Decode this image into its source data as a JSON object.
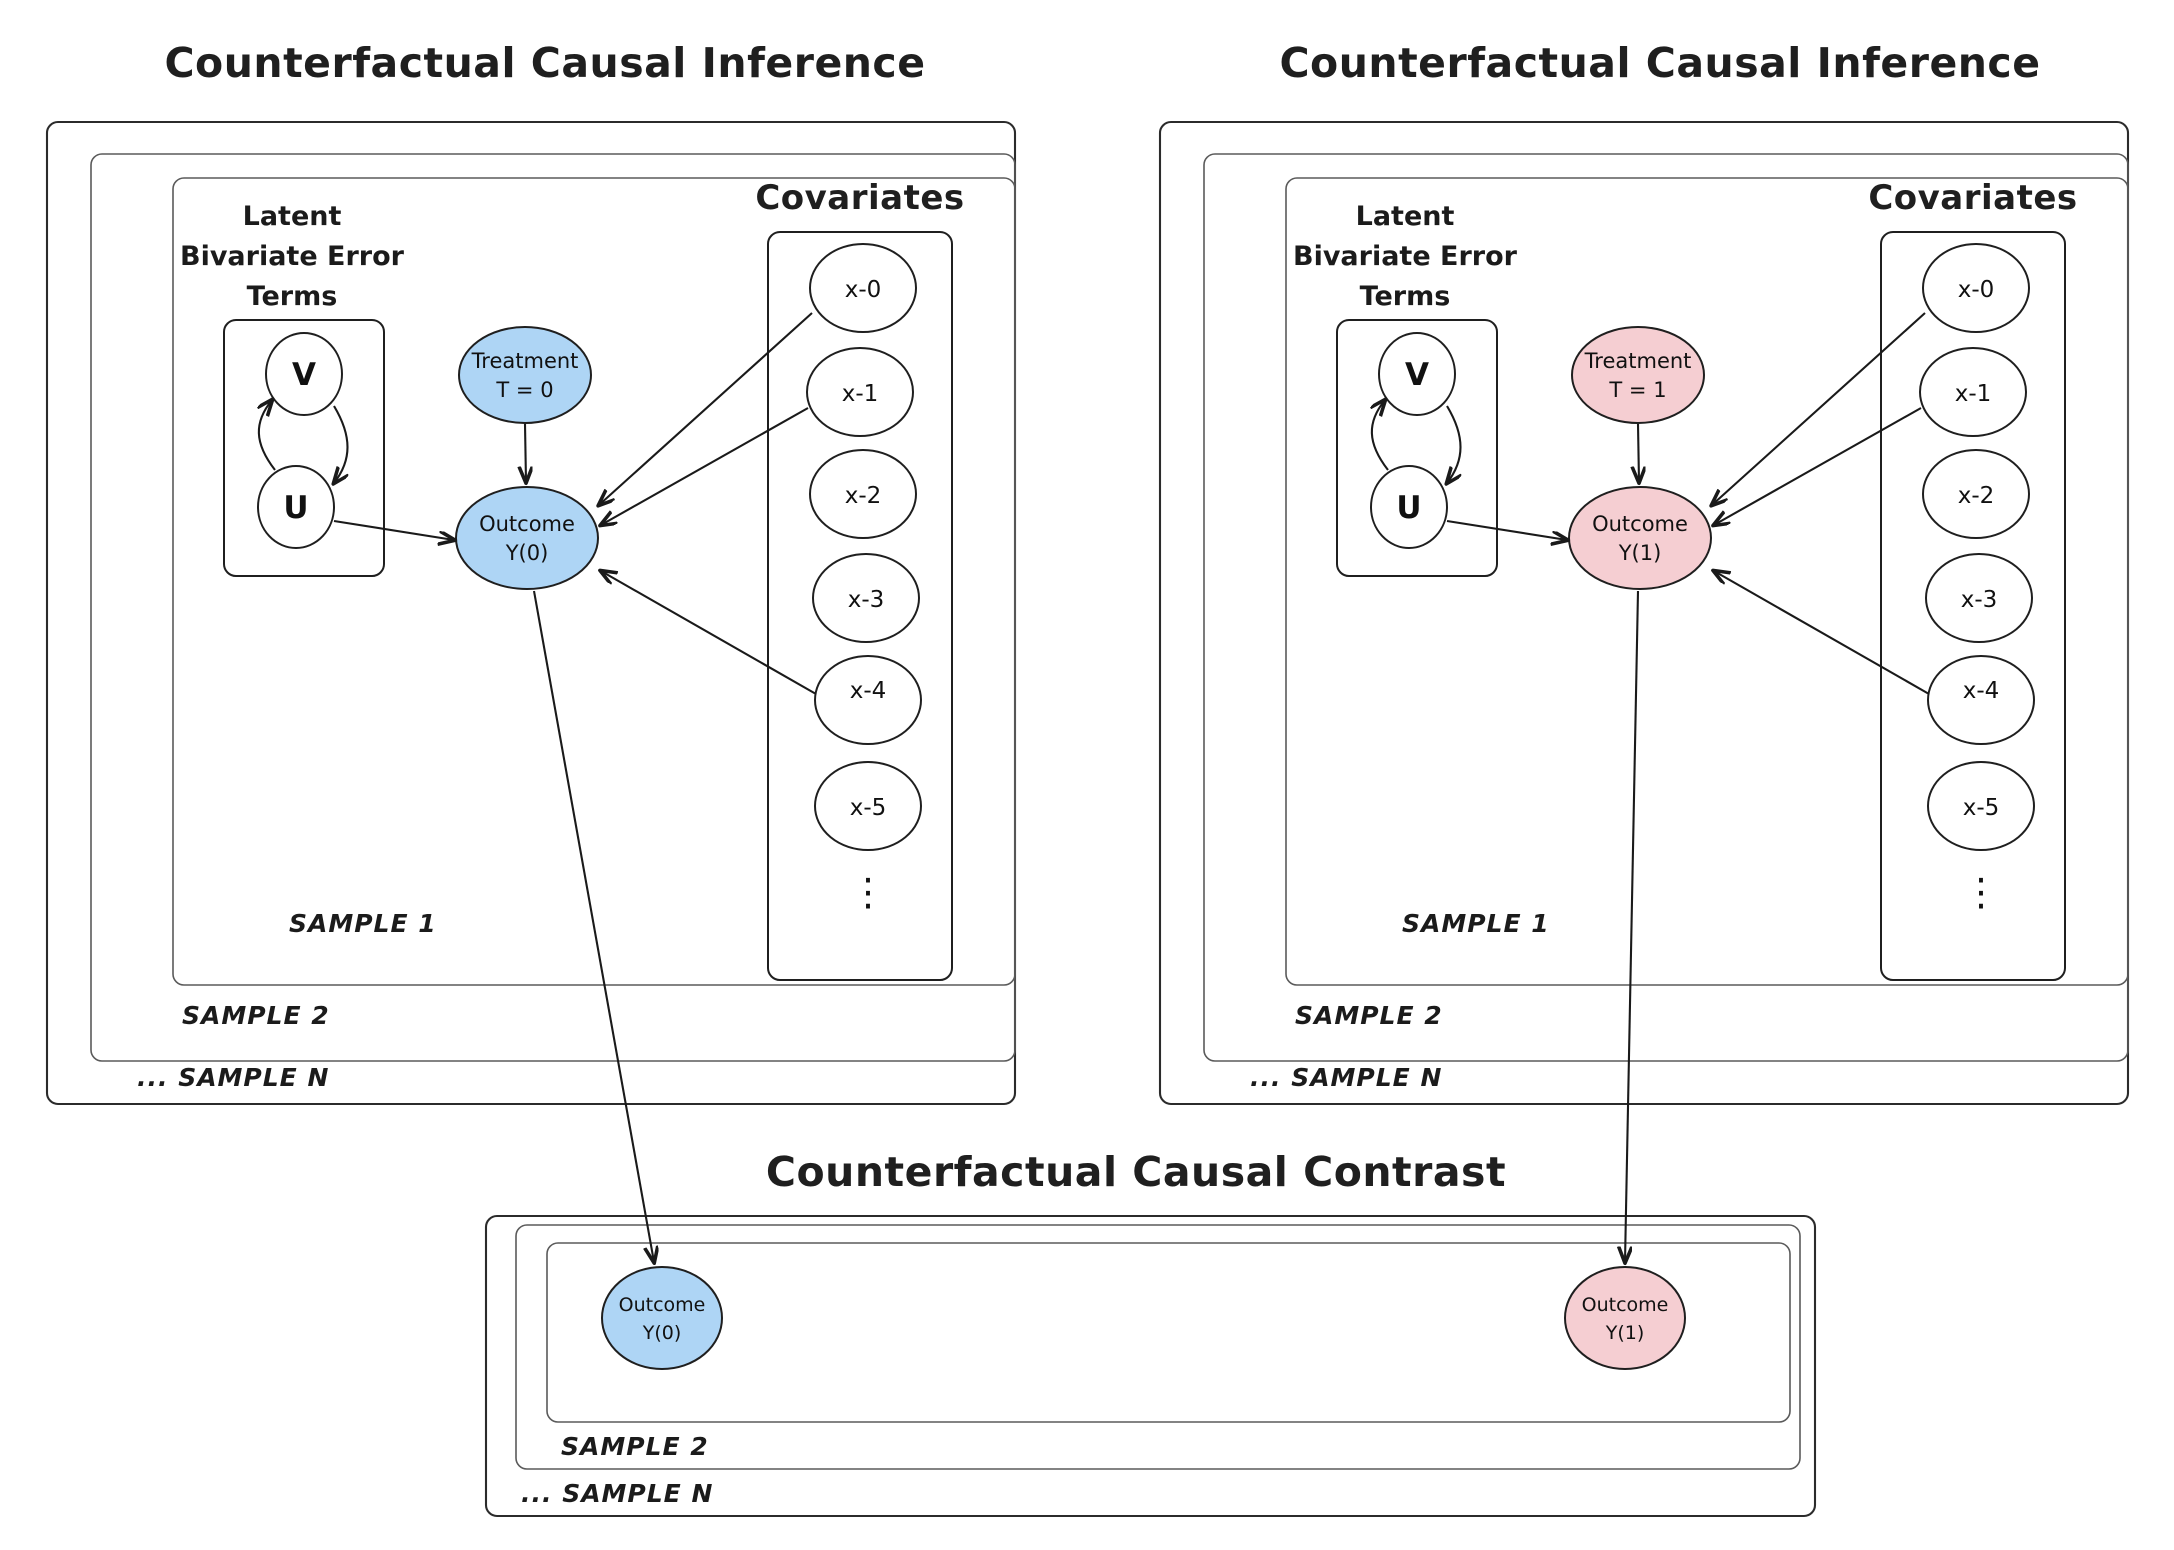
{
  "panels": {
    "left": {
      "title": "Counterfactual Causal Inference",
      "latent_label_l1": "Latent",
      "latent_label_l2": "Bivariate Error",
      "latent_label_l3": "Terms",
      "covariates_label": "Covariates",
      "latent_nodes": [
        "V",
        "U"
      ],
      "treatment_l1": "Treatment",
      "treatment_l2": "T = 0",
      "outcome_l1": "Outcome",
      "outcome_l2": "Y(0)",
      "covariates": [
        "x-0",
        "x-1",
        "x-2",
        "x-3",
        "x-4",
        "x-5"
      ],
      "covariates_more": "⋮",
      "sample_labels": [
        "SAMPLE 1",
        "SAMPLE 2",
        "... SAMPLE N"
      ],
      "fill": "#aed5f5",
      "stroke": "#1f1f1f"
    },
    "right": {
      "title": "Counterfactual Causal Inference",
      "latent_label_l1": "Latent",
      "latent_label_l2": "Bivariate Error",
      "latent_label_l3": "Terms",
      "covariates_label": "Covariates",
      "latent_nodes": [
        "V",
        "U"
      ],
      "treatment_l1": "Treatment",
      "treatment_l2": "T = 1",
      "outcome_l1": "Outcome",
      "outcome_l2": "Y(1)",
      "covariates": [
        "x-0",
        "x-1",
        "x-2",
        "x-3",
        "x-4",
        "x-5"
      ],
      "covariates_more": "⋮",
      "sample_labels": [
        "SAMPLE 1",
        "SAMPLE 2",
        "... SAMPLE N"
      ],
      "fill": "#f5ced2",
      "stroke": "#1f1f1f"
    },
    "bottom": {
      "title": "Counterfactual Causal Contrast",
      "outcome_left_l1": "Outcome",
      "outcome_left_l2": "Y(0)",
      "outcome_right_l1": "Outcome",
      "outcome_right_l2": "Y(1)",
      "sample_labels": [
        "SAMPLE 2",
        "... SAMPLE N"
      ],
      "fill_left": "#aed5f5",
      "fill_right": "#f5ced2"
    }
  },
  "chart_data": {
    "type": "diagram",
    "title": "Counterfactual Causal Inference / Contrast",
    "description": "Two parallel causal DAG panels (T=0 and T=1) each nested in SAMPLE 1 / SAMPLE 2 / ... SAMPLE N plates, feeding a bottom Counterfactual Causal Contrast plate.",
    "nodes": [
      {
        "id": "V",
        "label": "V",
        "group": "latent-bivariate-error-terms"
      },
      {
        "id": "U",
        "label": "U",
        "group": "latent-bivariate-error-terms"
      },
      {
        "id": "T0",
        "label": "Treatment T = 0",
        "fill": "#aed5f5"
      },
      {
        "id": "Y0",
        "label": "Outcome Y(0)",
        "fill": "#aed5f5"
      },
      {
        "id": "T1",
        "label": "Treatment T = 1",
        "fill": "#f5ced2"
      },
      {
        "id": "Y1",
        "label": "Outcome Y(1)",
        "fill": "#f5ced2"
      },
      {
        "id": "x-0",
        "label": "x-0",
        "group": "covariates"
      },
      {
        "id": "x-1",
        "label": "x-1",
        "group": "covariates"
      },
      {
        "id": "x-2",
        "label": "x-2",
        "group": "covariates"
      },
      {
        "id": "x-3",
        "label": "x-3",
        "group": "covariates"
      },
      {
        "id": "x-4",
        "label": "x-4",
        "group": "covariates"
      },
      {
        "id": "x-5",
        "label": "x-5",
        "group": "covariates"
      }
    ],
    "edges": [
      {
        "from": "V",
        "to": "U",
        "type": "bidirected"
      },
      {
        "from": "U",
        "to": "Y0",
        "type": "directed"
      },
      {
        "from": "T0",
        "to": "Y0",
        "type": "directed"
      },
      {
        "from": "x-0",
        "to": "Y0",
        "type": "directed"
      },
      {
        "from": "x-1",
        "to": "Y0",
        "type": "directed"
      },
      {
        "from": "x-4",
        "to": "Y0",
        "type": "directed"
      },
      {
        "from": "U",
        "to": "Y1",
        "type": "directed"
      },
      {
        "from": "T1",
        "to": "Y1",
        "type": "directed"
      },
      {
        "from": "x-0",
        "to": "Y1",
        "type": "directed"
      },
      {
        "from": "x-1",
        "to": "Y1",
        "type": "directed"
      },
      {
        "from": "x-4",
        "to": "Y1",
        "type": "directed"
      },
      {
        "from": "Y0",
        "to": "contrast-Y0",
        "type": "directed"
      },
      {
        "from": "Y1",
        "to": "contrast-Y1",
        "type": "directed"
      }
    ]
  }
}
